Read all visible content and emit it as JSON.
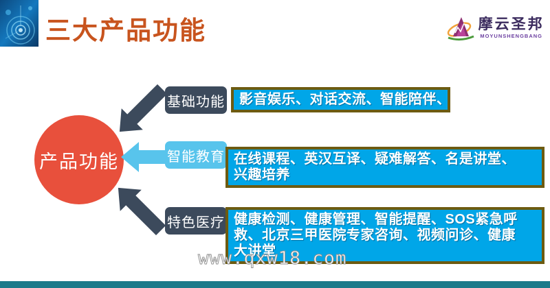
{
  "slide": {
    "title": "三大产品功能",
    "logo": {
      "name_cn": "摩云圣邦",
      "name_en": "MOYUNSHENGBANG"
    },
    "hub_label": "产品功能",
    "rows": [
      {
        "label": "基础功能",
        "style": "dark",
        "arrow_color": "#3C4A5C",
        "lines": [
          "影音娱乐、对话交流、智能陪伴、"
        ]
      },
      {
        "label": "智能教育",
        "style": "light",
        "arrow_color": "#58C4EC",
        "lines": [
          "在线课程、英汉互译、疑难解答、名是讲堂、",
          "兴趣培养"
        ]
      },
      {
        "label": "特色医疗",
        "style": "dark",
        "arrow_color": "#3C4A5C",
        "lines": [
          "健康检测、健康管理、智能提醒、SOS紧急呼",
          "救、北京三甲医院专家咨询、视频问诊、健康",
          "大讲堂"
        ]
      }
    ],
    "watermark": "www.qxw18.com",
    "colors": {
      "title": "#C8541E",
      "hub": "#E8503C",
      "dark_slate": "#3C4A5C",
      "light_blue": "#58C4EC",
      "content_bg": "#00A6E8",
      "content_border": "#6D5B11",
      "footer_bar": "#1B7A8A"
    }
  }
}
